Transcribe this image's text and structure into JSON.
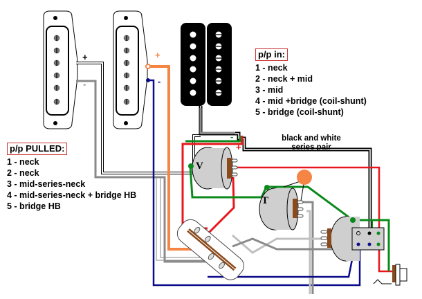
{
  "legend_in": {
    "title": "p/p in:",
    "items": [
      "1 - neck",
      "2 - neck + mid",
      "3 - mid",
      "4 - mid +bridge (coil-shunt)",
      "5 - bridge (coil-shunt)"
    ]
  },
  "legend_pulled": {
    "title": "p/p PULLED:",
    "items": [
      "1 - neck",
      "2 - neck",
      "3 - mid-series-neck",
      "4 - mid-series-neck + bridge HB",
      "5 - bridge HB"
    ]
  },
  "annotations": {
    "series_pair_line1": "black and white",
    "series_pair_line2": "series pair"
  },
  "pot_labels": {
    "volume": "V",
    "tone": "T"
  },
  "polarity": {
    "neck_plus": "+",
    "neck_minus": "-",
    "mid_plus": "+",
    "mid_minus": "-",
    "hb_plus": "+",
    "hb_minus": "-"
  },
  "colors": {
    "red": "#e8171d",
    "green": "#0b8a1b",
    "orange": "#f58545",
    "navy": "#0a0a8a",
    "gray": "#8a8a8a",
    "lightgray": "#c0c0c0",
    "black": "#000000",
    "pot_body": "#cfcfcf",
    "lug_brown": "#8b4a1c",
    "legend_border": "#cc3333"
  }
}
